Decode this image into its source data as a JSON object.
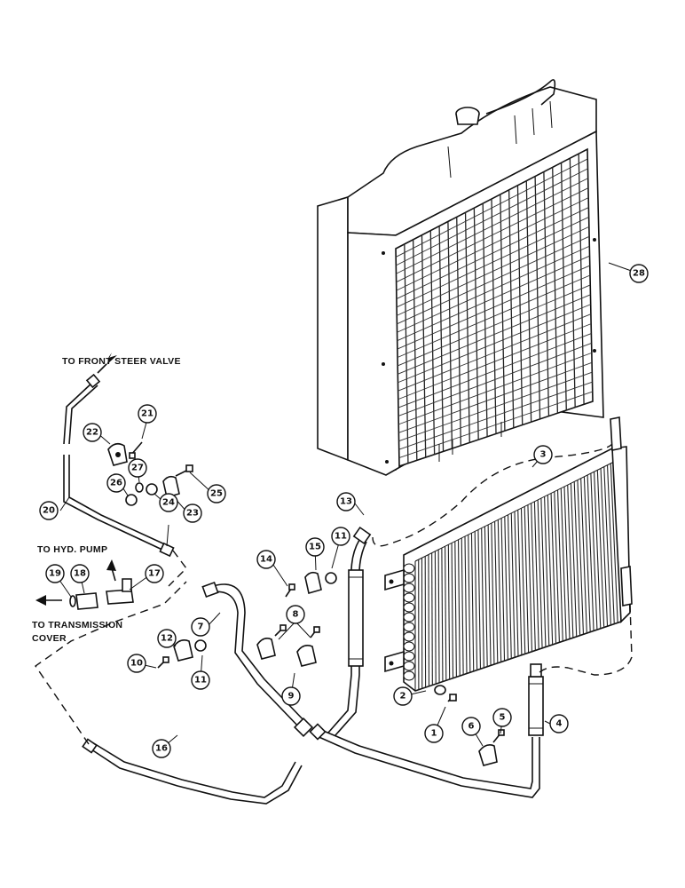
{
  "labels": {
    "front_steer": "TO FRONT STEER VALVE",
    "hyd_pump": "TO HYD. PUMP",
    "transmission_line1": "TO TRANSMISSION",
    "transmission_line2": "COVER"
  },
  "callouts": [
    "1",
    "2",
    "3",
    "4",
    "5",
    "6",
    "7",
    "8",
    "9",
    "10",
    "11",
    "11",
    "12",
    "13",
    "14",
    "15",
    "16",
    "17",
    "18",
    "19",
    "20",
    "21",
    "22",
    "23",
    "24",
    "25",
    "26",
    "27",
    "28"
  ]
}
